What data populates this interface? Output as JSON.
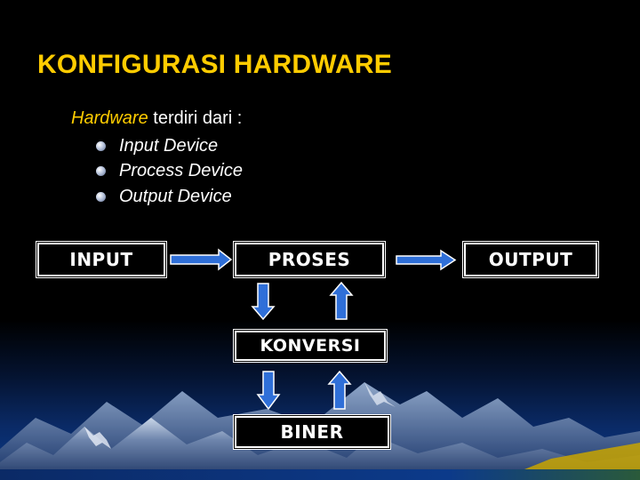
{
  "title": "KONFIGURASI HARDWARE",
  "intro": {
    "italic_word": "Hardware",
    "rest": " terdiri dari :"
  },
  "bullets": [
    "Input Device",
    "Process Device",
    "Output Device"
  ],
  "boxes": {
    "input": "INPUT",
    "proses": "PROSES",
    "output": "OUTPUT",
    "konversi": "KONVERSI",
    "biner": "BINER"
  },
  "colors": {
    "background": "#000000",
    "title": "#ffcc00",
    "text": "#ffffff",
    "arrow_fill": "#2f6fd8",
    "arrow_outline": "#ffffff"
  }
}
